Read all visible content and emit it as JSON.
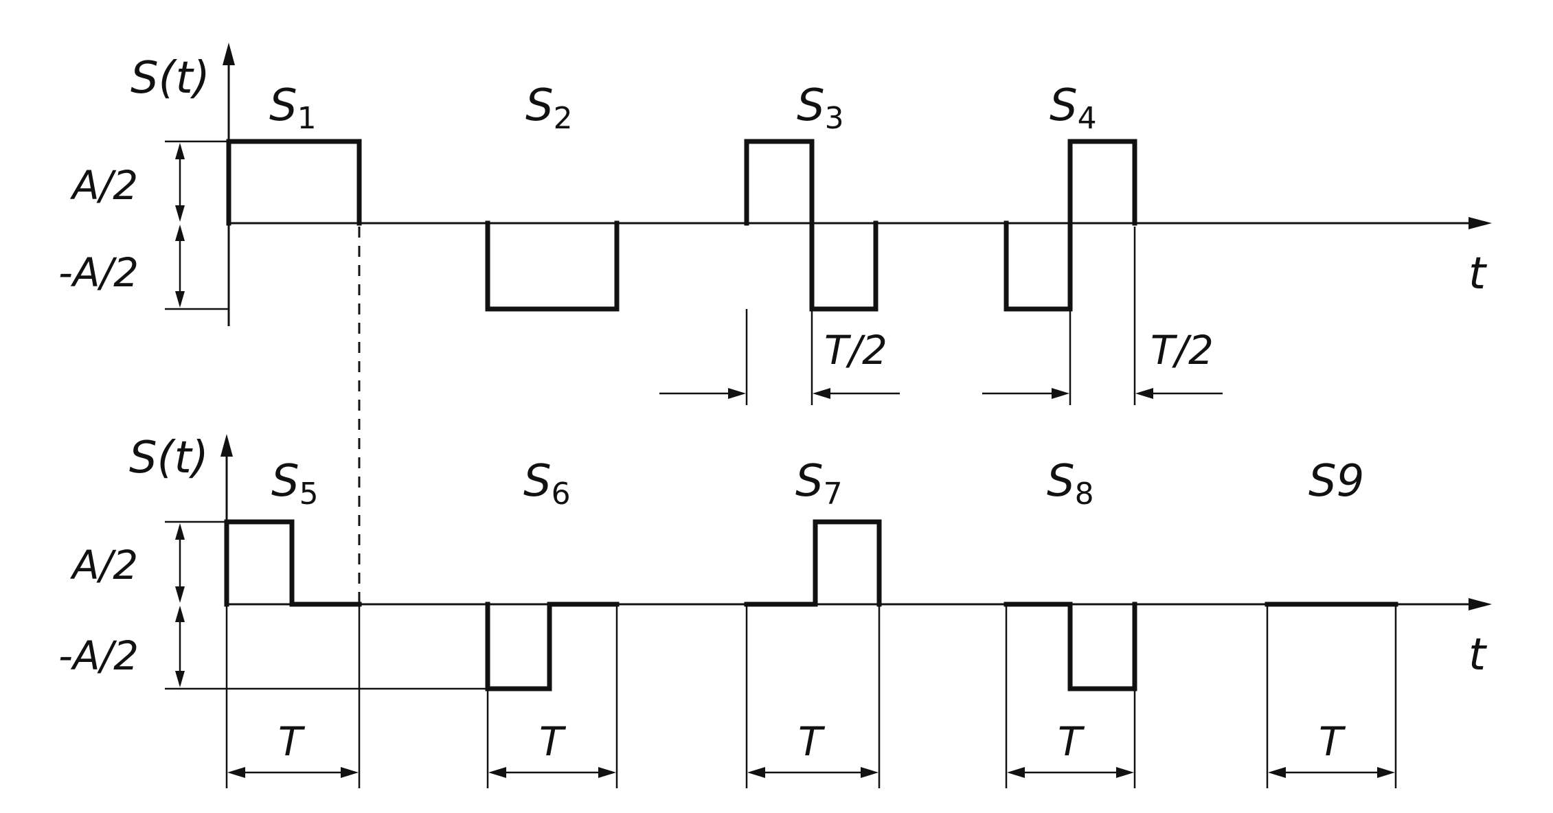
{
  "figure": {
    "y_axis_label": "S(t)",
    "x_axis_label": "t",
    "level_labels": {
      "positive": "A/2",
      "negative": "-A/2"
    },
    "half_period_label": "T/2",
    "period_label": "T",
    "signals_top": [
      {
        "name": "S",
        "sub": "1"
      },
      {
        "name": "S",
        "sub": "2"
      },
      {
        "name": "S",
        "sub": "3"
      },
      {
        "name": "S",
        "sub": "4"
      }
    ],
    "signals_bottom": [
      {
        "name": "S",
        "sub": "5"
      },
      {
        "name": "S",
        "sub": "6"
      },
      {
        "name": "S",
        "sub": "7"
      },
      {
        "name": "S",
        "sub": "8"
      },
      {
        "name": "S9",
        "sub": ""
      }
    ]
  },
  "colors": {
    "ink": "#111111",
    "background": "#ffffff"
  }
}
